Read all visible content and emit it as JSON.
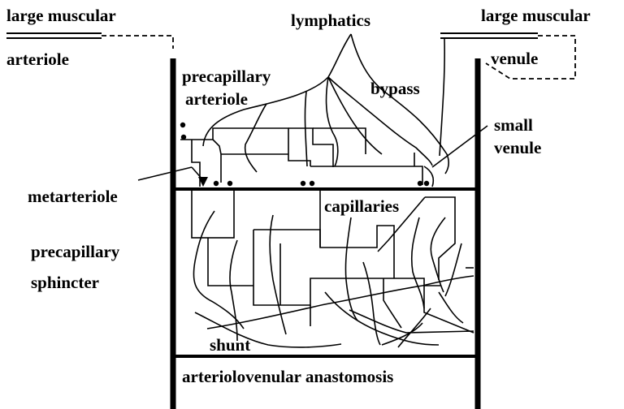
{
  "labels": {
    "large_muscular_arteriole_line1": "large  muscular",
    "arteriole": "arteriole",
    "lymphatics": "lymphatics",
    "large_muscular_venule_line1": "large  muscular",
    "venule": "venule",
    "precapillary_arteriole_line1": "precapillary",
    "precapillary_arteriole_line2": "arteriole",
    "bypass": "bypass",
    "small_venule_line1": "small",
    "small_venule_line2": "venule",
    "metarteriole": "metarteriole",
    "capillaries": "capillaries",
    "precapillary_sphincter_line1": "precapillary",
    "precapillary_sphincter_line2": "sphincter",
    "shunt": "shunt",
    "anastomosis": "arteriolovenular  anastomosis"
  }
}
